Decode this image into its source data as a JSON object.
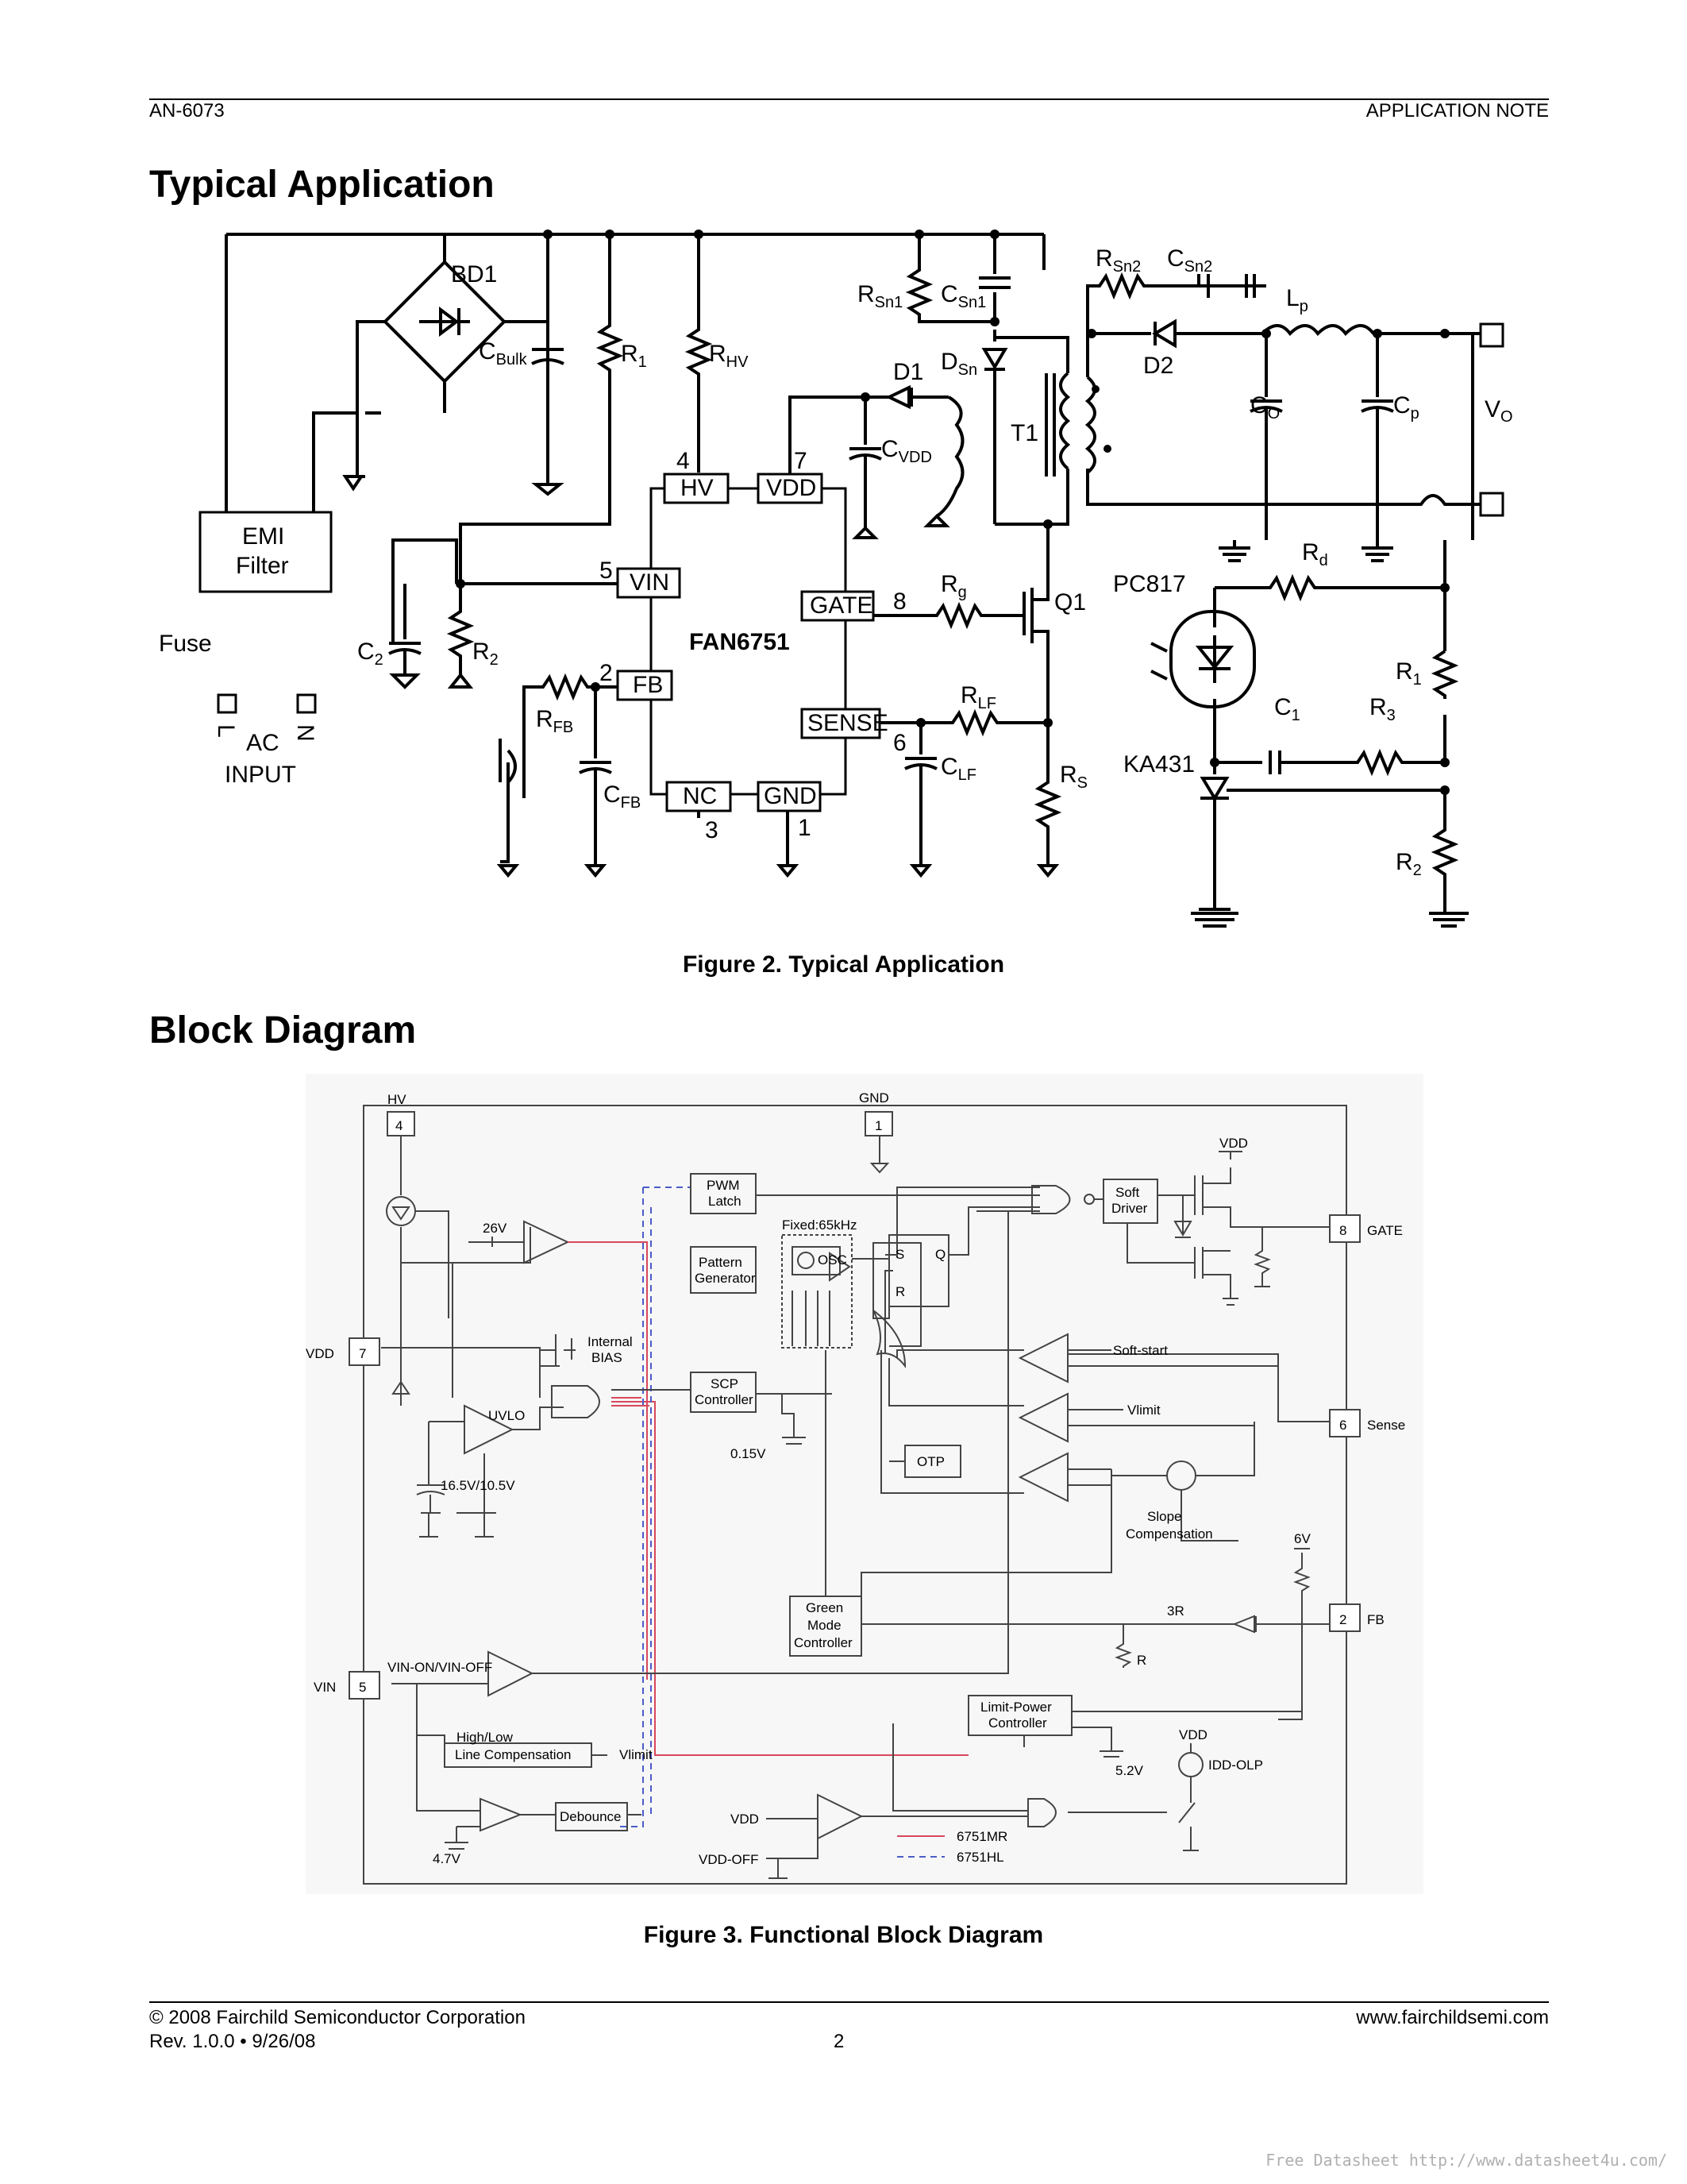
{
  "header": {
    "doc_id": "AN-6073",
    "doc_type": "APPLICATION NOTE"
  },
  "sections": {
    "typical": "Typical Application",
    "block": "Block Diagram"
  },
  "figures": {
    "fig2": "Figure 2.   Typical Application",
    "fig3": "Figure 3.   Functional Block Diagram"
  },
  "schematic": {
    "ic_name": "FAN6751",
    "pins": {
      "hv": "HV",
      "vdd": "VDD",
      "vin": "VIN",
      "fb": "FB",
      "gate": "GATE",
      "sense": "SENSE",
      "nc": "NC",
      "gnd": "GND"
    },
    "pin_numbers": {
      "hv": "4",
      "vdd": "7",
      "vin": "5",
      "fb": "2",
      "gate": "8",
      "sense": "6",
      "nc": "3",
      "gnd": "1"
    },
    "bridge": "BD1",
    "emi": [
      "EMI",
      "Filter"
    ],
    "fuse": "Fuse",
    "ac_input": [
      "AC",
      "INPUT"
    ],
    "line_l": "L",
    "line_n": "N",
    "transformer": "T1",
    "mosfet": "Q1",
    "opto": "PC817",
    "shunt": "KA431",
    "output": "V",
    "output_sub": "O",
    "labels": {
      "cbulk": [
        "C",
        "Bulk"
      ],
      "r1": [
        "R",
        "1"
      ],
      "rhv": [
        "R",
        "HV"
      ],
      "rsn1": [
        "R",
        "Sn1"
      ],
      "csn1": [
        "C",
        "Sn1"
      ],
      "dsn": [
        "D",
        "Sn"
      ],
      "rsn2": [
        "R",
        "Sn2"
      ],
      "csn2": [
        "C",
        "Sn2"
      ],
      "lp": [
        "L",
        "p"
      ],
      "d2": [
        "D2",
        ""
      ],
      "co": [
        "C",
        "O"
      ],
      "cp": [
        "C",
        "p"
      ],
      "d1": [
        "D1",
        ""
      ],
      "cvdd": [
        "C",
        "VDD"
      ],
      "rg": [
        "R",
        "g"
      ],
      "rd": [
        "R",
        "d"
      ],
      "c2": [
        "C",
        "2"
      ],
      "r2": [
        "R",
        "2"
      ],
      "rfb": [
        "R",
        "FB"
      ],
      "cfb": [
        "C",
        "FB"
      ],
      "rlf": [
        "R",
        "LF"
      ],
      "clf": [
        "C",
        "LF"
      ],
      "rs": [
        "R",
        "S"
      ],
      "r1b": [
        "R",
        "1"
      ],
      "c1": [
        "C",
        "1"
      ],
      "r3": [
        "R",
        "3"
      ],
      "r2b": [
        "R",
        "2"
      ]
    }
  },
  "block": {
    "pins": [
      {
        "num": "4",
        "name": "HV"
      },
      {
        "num": "1",
        "name": "GND"
      },
      {
        "num": "7",
        "name": "VDD"
      },
      {
        "num": "5",
        "name": "VIN"
      },
      {
        "num": "8",
        "name": "GATE"
      },
      {
        "num": "6",
        "name": "Sense"
      },
      {
        "num": "2",
        "name": "FB"
      }
    ],
    "blocks": {
      "pwm_latch": [
        "PWM",
        "Latch"
      ],
      "pattern": [
        "Pattern",
        "Generator"
      ],
      "scp": [
        "SCP",
        "Controller"
      ],
      "soft_driver": [
        "Soft",
        "Driver"
      ],
      "otp": "OTP",
      "green": [
        "Green",
        "Mode",
        "Controller"
      ],
      "hl_line": [
        "High/Low",
        "Line Compensation"
      ],
      "debounce": "Debounce",
      "limit_power": [
        "Limit-Power",
        "Controller"
      ],
      "uvlo": "UVLO",
      "internal_bias": [
        "Internal",
        "BIAS"
      ]
    },
    "labels": {
      "v26": "26V",
      "osc_freq": "Fixed:65kHz",
      "osc": "OSC",
      "s": "S",
      "r": "R",
      "q": "Q",
      "soft_start": "Soft-start",
      "vlimit": "Vlimit",
      "slope": [
        "Slope",
        "Compensation"
      ],
      "v015": "0.15V",
      "v165": "16.5V/10.5V",
      "v6": "6V",
      "r3": "3R",
      "rr": "R",
      "vin_on": "VIN-ON/VIN-OFF",
      "v52": "5.2V",
      "vdd_top": "VDD",
      "vdd_l": "VDD",
      "vdd_off": "VDD-OFF",
      "idd_olp": "IDD-OLP",
      "v47": "4.7V",
      "vlimit2": "Vlimit",
      "vdd_ic": "VDD"
    },
    "legend": [
      {
        "label": "6751MR",
        "color": "#d8485c"
      },
      {
        "label": "6751HL",
        "color": "#4b5cc8"
      }
    ]
  },
  "footer": {
    "copyright": "© 2008 Fairchild Semiconductor Corporation",
    "rev": "Rev. 1.0.0  •  9/26/08",
    "page": "2",
    "url": "www.fairchildsemi.com",
    "watermark": "Free Datasheet http://www.datasheet4u.com/"
  }
}
